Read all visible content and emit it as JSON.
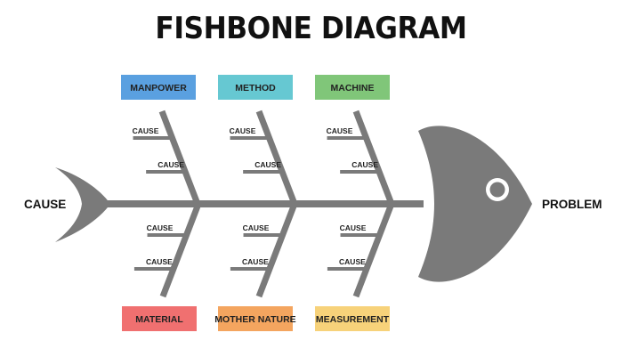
{
  "title": "FISHBONE DIAGRAM",
  "head_label": "PROBLEM",
  "tail_label": "CAUSE",
  "colors": {
    "bone": "#7a7a7a",
    "fish": "#7a7a7a",
    "text": "#111111"
  },
  "categories": [
    {
      "label": "MANPOWER",
      "color": "#5aa0e0",
      "causes": [
        "CAUSE",
        "CAUSE"
      ]
    },
    {
      "label": "METHOD",
      "color": "#66c8d2",
      "causes": [
        "CAUSE",
        "CAUSE"
      ]
    },
    {
      "label": "MACHINE",
      "color": "#80c679",
      "causes": [
        "CAUSE",
        "CAUSE"
      ]
    },
    {
      "label": "MATERIAL",
      "color": "#f07070",
      "causes": [
        "CAUSE",
        "CAUSE"
      ]
    },
    {
      "label": "MOTHER NATURE",
      "color": "#f4a55f",
      "causes": [
        "CAUSE",
        "CAUSE"
      ]
    },
    {
      "label": "MEASUREMENT",
      "color": "#f7d27a",
      "causes": [
        "CAUSE",
        "CAUSE"
      ]
    }
  ]
}
